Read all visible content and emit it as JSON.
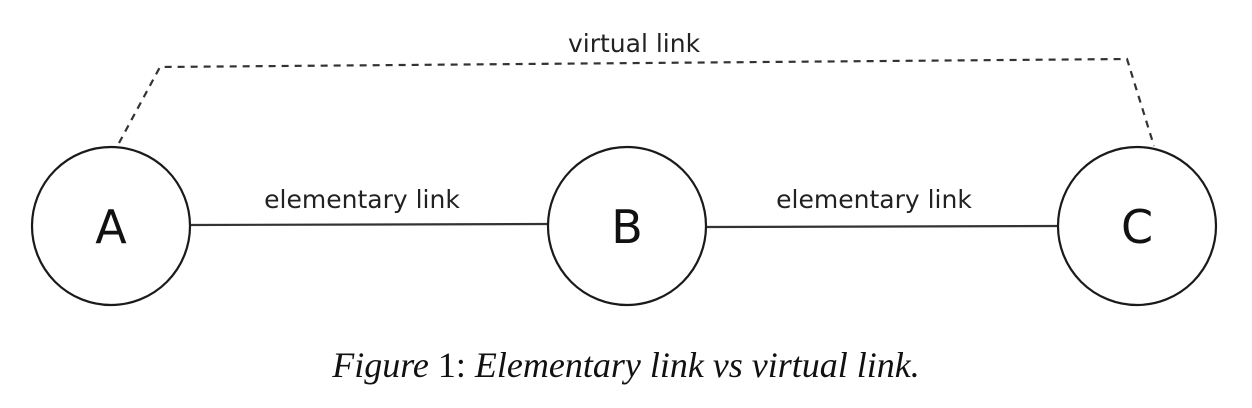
{
  "diagram": {
    "nodes": [
      {
        "id": "A",
        "label": "A"
      },
      {
        "id": "B",
        "label": "B"
      },
      {
        "id": "C",
        "label": "C"
      }
    ],
    "edges": [
      {
        "from": "A",
        "to": "B",
        "label": "elementary link",
        "style": "solid"
      },
      {
        "from": "B",
        "to": "C",
        "label": "elementary link",
        "style": "solid"
      },
      {
        "from": "A",
        "to": "C",
        "label": "virtual link",
        "style": "dashed"
      }
    ]
  },
  "caption": {
    "prefix": "Figure",
    "number": "1",
    "separator": ":",
    "text": "Elementary link vs virtual link."
  }
}
